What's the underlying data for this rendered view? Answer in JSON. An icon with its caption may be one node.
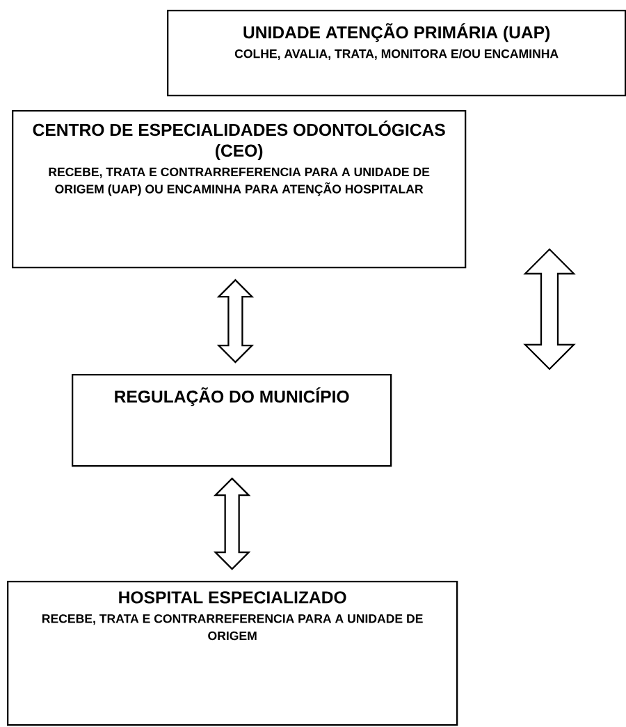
{
  "diagram": {
    "nodes": [
      {
        "text": [
          "UNIDADE ATENÇÃO PRIMÁRIA (UAP)",
          "COLHE, AVALIA, TRATA, MONITORA E/OU ENCAMINHA"
        ]
      },
      {
        "text": [
          "CENTRO DE ESPECIALIDADES ODONTOLÓGICAS (CEO)",
          "RECEBE, TRATA E CONTRARREFERENCIA PARA A UNIDADE DE ORIGEM (UAP) OU ENCAMINHA PARA ATENÇÃO HOSPITALAR"
        ]
      },
      {
        "text": [
          "REGULAÇÃO DO MUNICÍPIO"
        ]
      },
      {
        "text": [
          "HOSPITAL ESPECIALIZADO",
          "RECEBE, TRATA E CONTRARREFERENCIA PARA A UNIDADE DE ORIGEM"
        ]
      }
    ],
    "edges": [
      {
        "from": 1,
        "to": 2,
        "arrow": "both"
      },
      {
        "from": 2,
        "to": 3,
        "arrow": "both"
      }
    ]
  }
}
